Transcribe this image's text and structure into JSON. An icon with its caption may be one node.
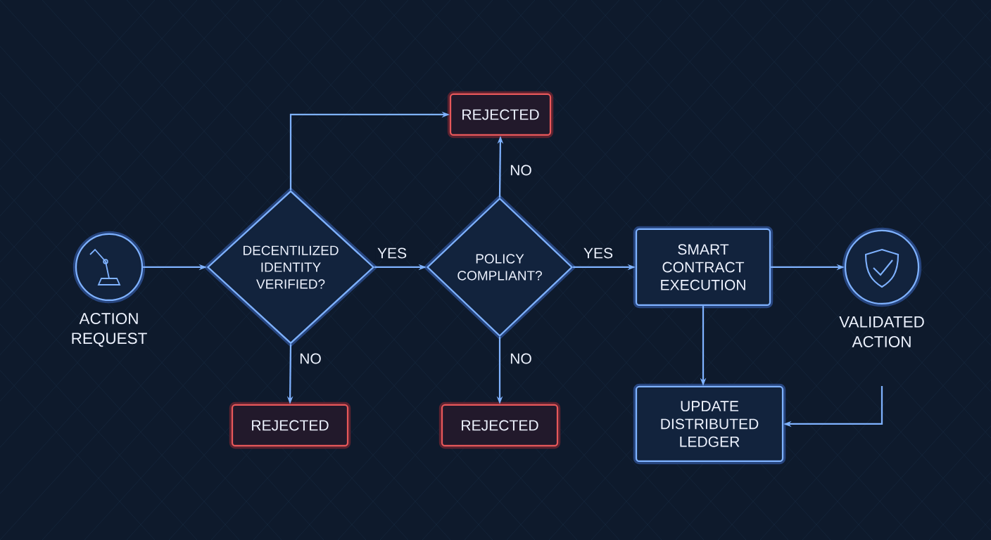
{
  "diagram": {
    "nodes": [
      {
        "text": [
          "ACTION REQUEST"
        ]
      },
      {
        "text": [
          "DECENTILIZED IDENTITY VERIFIED?"
        ]
      },
      {
        "text": [
          "REJECTED"
        ]
      },
      {
        "text": [
          "POLICY COMPLIANT?"
        ]
      },
      {
        "text": [
          "REJECTED"
        ]
      },
      {
        "text": [
          "REJECTED"
        ]
      },
      {
        "text": [
          "SMART CONTRACT EXECUTION"
        ]
      },
      {
        "text": [
          "VALIDATED ACTION"
        ]
      },
      {
        "text": [
          "UPDATE DISTRIBUTED LEDGER"
        ]
      }
    ],
    "edges": [
      {
        "from": 0,
        "to": 1,
        "arrow": "to"
      },
      {
        "from": 1,
        "to": 3,
        "arrow": "to",
        "label": "YES"
      },
      {
        "from": 1,
        "to": 2,
        "arrow": "to"
      },
      {
        "from": 3,
        "to": 2,
        "arrow": "to",
        "label": "NO"
      },
      {
        "from": 1,
        "to": 4,
        "arrow": "to",
        "label": "NO"
      },
      {
        "from": 3,
        "to": 5,
        "arrow": "to",
        "label": "NO"
      },
      {
        "from": 3,
        "to": 6,
        "arrow": "to",
        "label": "YES"
      },
      {
        "from": 6,
        "to": 7,
        "arrow": "to"
      },
      {
        "from": 6,
        "to": 8,
        "arrow": "to"
      },
      {
        "from": 7,
        "to": 8,
        "arrow": "to"
      }
    ]
  }
}
